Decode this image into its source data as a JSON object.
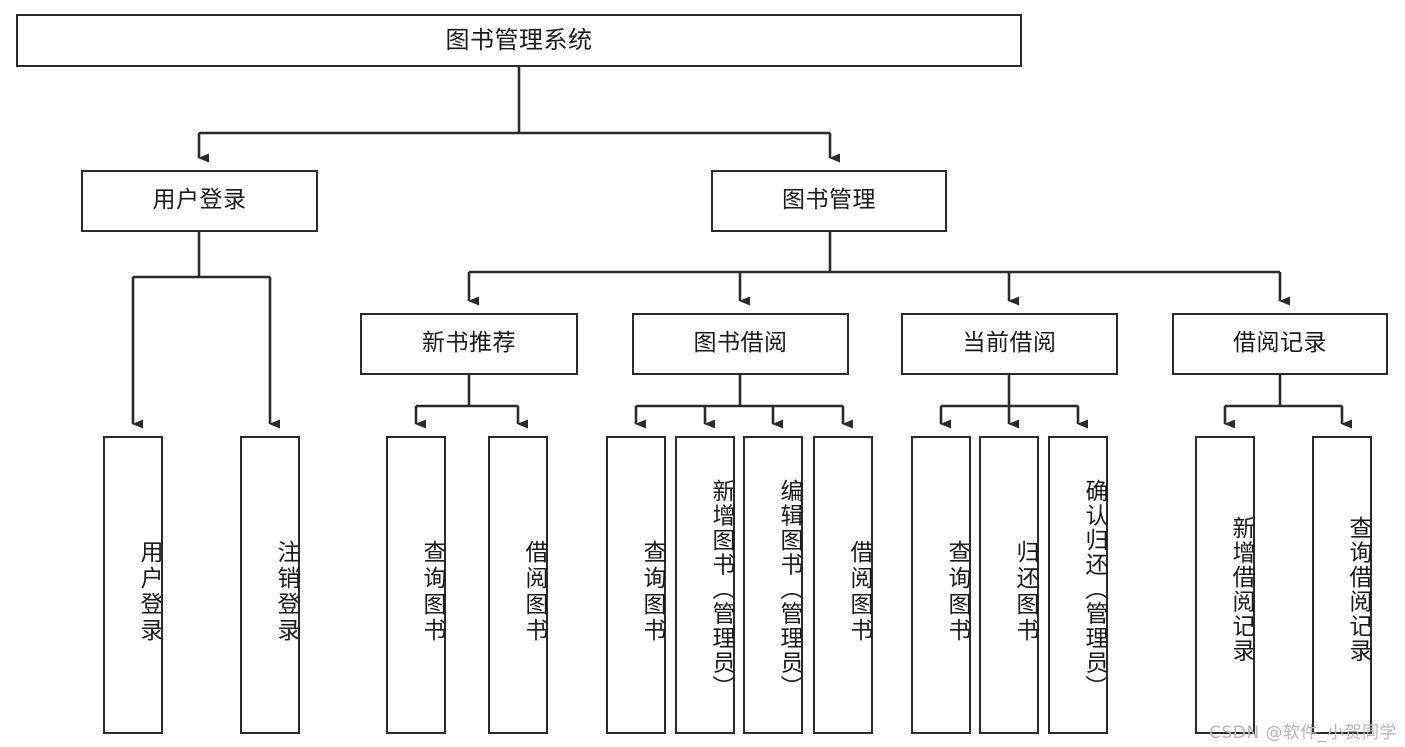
{
  "diagram": {
    "title": "图书管理系统",
    "type": "功能结构图",
    "watermark": "CSDN @软件_小贺同学",
    "colors": {
      "border": "#2b2b2b",
      "background": "#ffffff",
      "text": "#1a1a1a",
      "watermark": "#b6b6b6"
    },
    "levels": {
      "root": {
        "label": "图书管理系统"
      },
      "level2": [
        {
          "id": "user-login",
          "label": "用户登录"
        },
        {
          "id": "book-management",
          "label": "图书管理"
        }
      ],
      "level3": [
        {
          "id": "new-book-recommend",
          "label": "新书推荐",
          "parent": "book-management"
        },
        {
          "id": "book-borrow",
          "label": "图书借阅",
          "parent": "book-management"
        },
        {
          "id": "current-borrow",
          "label": "当前借阅",
          "parent": "book-management"
        },
        {
          "id": "borrow-record",
          "label": "借阅记录",
          "parent": "book-management"
        }
      ],
      "leaves": [
        {
          "id": "leaf-user-login",
          "label": "用户登录",
          "parent": "user-login"
        },
        {
          "id": "leaf-logout-login",
          "label": "注销登录",
          "parent": "user-login"
        },
        {
          "id": "leaf-query-book-1",
          "label": "查询图书",
          "parent": "new-book-recommend"
        },
        {
          "id": "leaf-borrow-book-1",
          "label": "借阅图书",
          "parent": "new-book-recommend"
        },
        {
          "id": "leaf-query-book-2",
          "label": "查询图书",
          "parent": "book-borrow"
        },
        {
          "id": "leaf-add-book",
          "label": "新增图书（管理员）",
          "parent": "book-borrow"
        },
        {
          "id": "leaf-edit-book",
          "label": "编辑图书（管理员）",
          "parent": "book-borrow"
        },
        {
          "id": "leaf-borrow-book-2",
          "label": "借阅图书",
          "parent": "book-borrow"
        },
        {
          "id": "leaf-query-book-3",
          "label": "查询图书",
          "parent": "current-borrow"
        },
        {
          "id": "leaf-return-book",
          "label": "归还图书",
          "parent": "current-borrow"
        },
        {
          "id": "leaf-confirm-return",
          "label": "确认归还（管理员）",
          "parent": "current-borrow"
        },
        {
          "id": "leaf-add-record",
          "label": "新增借阅记录",
          "parent": "borrow-record"
        },
        {
          "id": "leaf-query-record",
          "label": "查询借阅记录",
          "parent": "borrow-record"
        }
      ]
    }
  }
}
